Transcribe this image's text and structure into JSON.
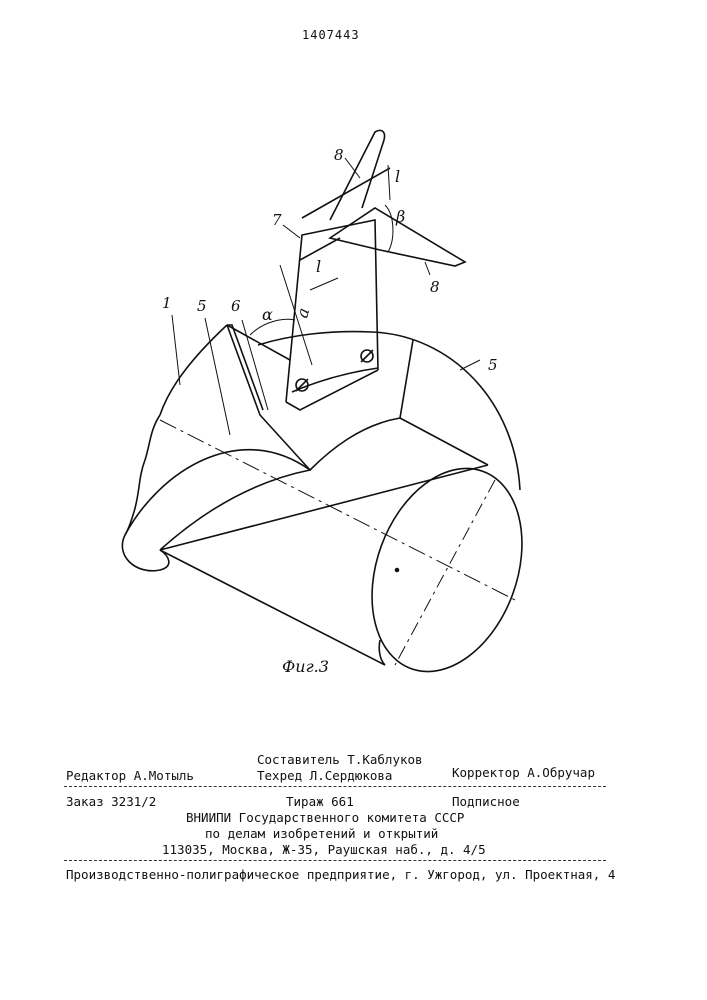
{
  "page_number": "1407443",
  "figure": {
    "caption": "Фиг.3",
    "callouts": {
      "c1": "1",
      "c5_left": "5",
      "c6": "6",
      "c7": "7",
      "c5_right": "5",
      "c8_top": "8",
      "c8_right": "8"
    },
    "symbols": {
      "alpha": "α",
      "a": "a",
      "l_lower": "l",
      "l_upper": "l",
      "beta": "β"
    }
  },
  "imprint": {
    "compiler": "Составитель Т.Каблуков",
    "editor": "Редактор А.Мотыль",
    "techred": "Техред Л.Сердюкова",
    "corrector": "Корректор А.Обручар",
    "order": "Заказ 3231/2",
    "circulation": "Тираж 661",
    "subscription": "Подписное",
    "org_line1": "ВНИИПИ Государственного комитета СССР",
    "org_line2": "по делам изобретений и открытий",
    "org_line3": "113035, Москва, Ж-35, Раушская наб., д. 4/5",
    "printer": "Производственно-полиграфическое предприятие, г. Ужгород, ул. Проектная, 4"
  }
}
